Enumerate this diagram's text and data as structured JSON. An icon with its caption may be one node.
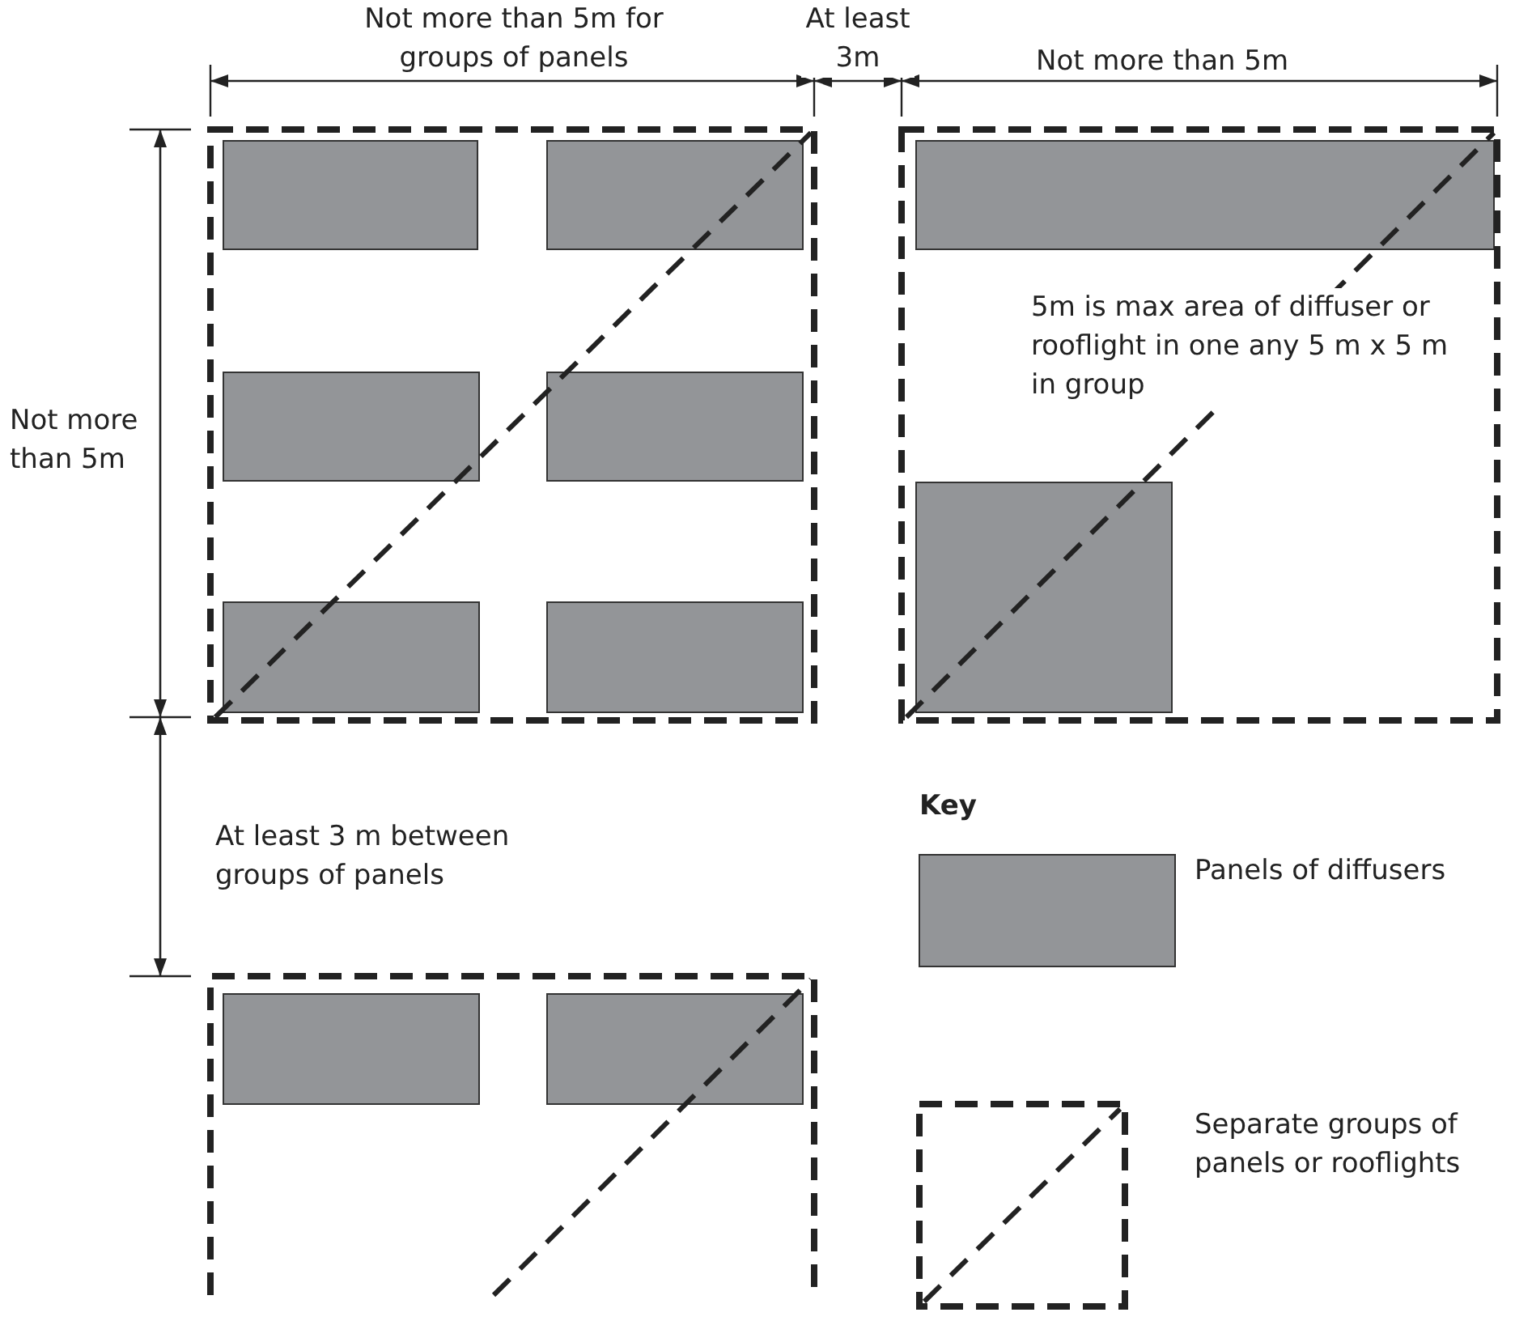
{
  "diagram": {
    "labels": [
      "Not more than 5m for groups of panels",
      "At least 3m",
      "Not more than 5m",
      "5m is max area of diffuser or rooflight in one any 5 m x 5 m in group",
      "Not more than 5m",
      "At least 3 m between groups of panels",
      "Key"
    ],
    "legend": [
      {
        "text": "Panels of diffusers",
        "color": "#939598"
      },
      {
        "text": "Separate groups of panels or rooflights"
      }
    ]
  }
}
